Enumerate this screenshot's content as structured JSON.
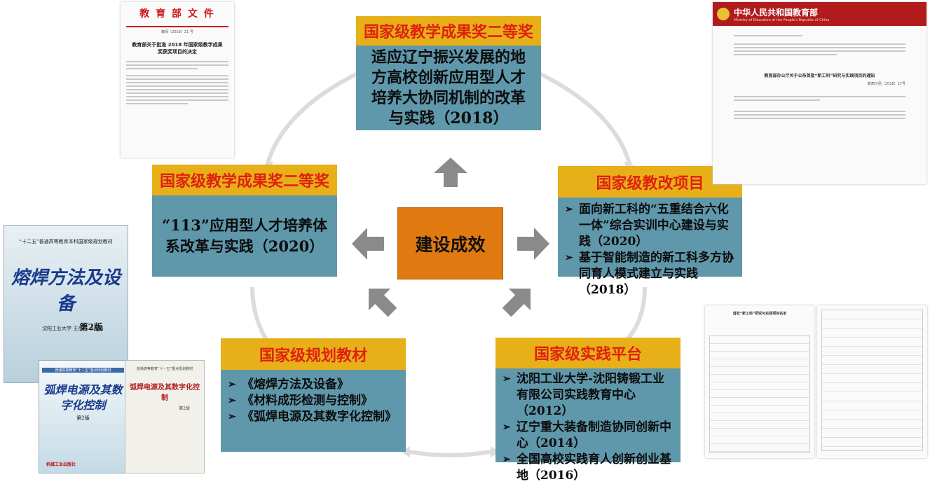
{
  "center": {
    "label": "建设成效",
    "color": "#e07a10"
  },
  "colors": {
    "header_bg": "#e8b018",
    "header_text": "#e02010",
    "body_bg": "#5f97ab",
    "arrow": "#8a8a8a"
  },
  "boxes": {
    "top": {
      "title": "国家级教学成果奖二等奖",
      "text": "适应辽宁振兴发展的地方高校创新应用型人才培养大协同机制的改革与实践（2018）"
    },
    "left": {
      "title": "国家级教学成果奖二等奖",
      "text": "“113”应用型人才培养体系改革与实践（2020）"
    },
    "right": {
      "title": "国家级教改项目",
      "items": [
        "面向新工科的“五重结合六化一体”综合实训中心建设与实践（2020）",
        "基于智能制造的新工科多方协同育人模式建立与实践（2018）"
      ]
    },
    "bottom_left": {
      "title": "国家级规划教材",
      "items": [
        "《熔焊方法及设备》",
        "《材料成形检测与控制》",
        "《弧焊电源及其数字化控制》"
      ]
    },
    "bottom_right": {
      "title": "国家级实践平台",
      "items": [
        "沈阳工业大学-沈阳铸锻工业有限公司实践教育中心（2012）",
        "辽宁重大装备制造协同创新中心（2014）",
        "全国高校实践育人创新创业基地（2016）"
      ]
    }
  },
  "docs": {
    "moe_doc": {
      "head": "教 育 部 文 件",
      "number": "教师〔2018〕21 号",
      "title": "教育部关于批准 2018 年国家级教学成果奖获奖项目的决定"
    },
    "ministry_site": {
      "site": "中华人民共和国教育部",
      "site_en": "Ministry of Education of the People's Republic of China",
      "notice": "教育部办公厅关于公布首批“新工科”研究与实践项目的通知",
      "doc_no": "教高厅函〔2018〕17号"
    },
    "project_list": {
      "title": "首批“新工科”研究与实践项目名单"
    }
  },
  "books": {
    "book1": {
      "series": "“十二五”普通高等教育本科国家级规划教材",
      "title": "熔焊方法及设备",
      "edition": "第2版",
      "publisher": "沈阳工业大学 王宗杰 ○主编"
    },
    "book2": {
      "series": "普通高等教育“十二五”重点规划教材",
      "title": "弧焊电源及其数字化控制",
      "edition": "第2版",
      "publisher": "机械工业出版社"
    },
    "book3": {
      "series": "普通高等教育“十一五”重点规划教材",
      "title": "弧焊电源及其数字化控制",
      "edition": "第2版"
    }
  }
}
